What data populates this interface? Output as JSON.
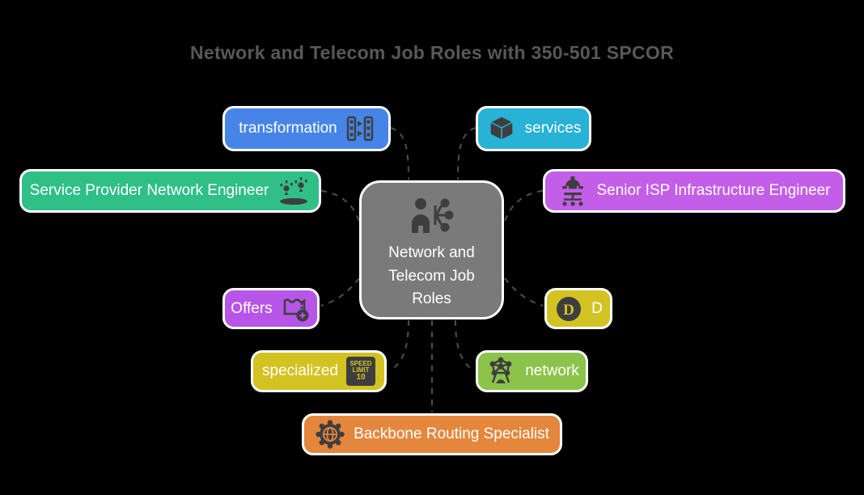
{
  "title": "Network and Telecom Job Roles with 350-501 SPCOR",
  "center": {
    "label": "Network and Telecom Job Roles",
    "color": "#7a7a7a",
    "icon": "person-network-icon"
  },
  "nodes": {
    "transformation": {
      "label": "transformation",
      "color": "#4784e7",
      "icon": "transform-strips-icon"
    },
    "services": {
      "label": "services",
      "color": "#27b2d6",
      "icon": "cube-icon"
    },
    "spne": {
      "label": "Service Provider Network Engineer",
      "color": "#2fbf87",
      "icon": "broadcast-ground-icon"
    },
    "senior_isp": {
      "label": "Senior ISP Infrastructure Engineer",
      "color": "#c35ee8",
      "icon": "engineer-helmet-network-icon"
    },
    "offers": {
      "label": "Offers",
      "color": "#b755e8",
      "icon": "ticket-plus-icon"
    },
    "d": {
      "label": "D",
      "color": "#d3c322",
      "icon": "letter-d-badge-icon"
    },
    "specialized": {
      "label": "specialized",
      "color": "#d3c322",
      "icon": "speed-limit-icon"
    },
    "network": {
      "label": "network",
      "color": "#8cc34b",
      "icon": "tower-network-icon"
    },
    "backbone": {
      "label": "Backbone Routing Specialist",
      "color": "#e4873d",
      "icon": "globe-gear-icon"
    }
  },
  "icon_texts": {
    "d_letter": "D",
    "speed_line1": "SPEED",
    "speed_line2": "LIMIT",
    "speed_line3": "10"
  },
  "colors": {
    "background": "#000000",
    "title_text": "#57585a",
    "node_text": "#ffffff",
    "node_border": "#ffffff",
    "icon_dark": "#3e3e3e",
    "connector": "#4f4f4f"
  }
}
